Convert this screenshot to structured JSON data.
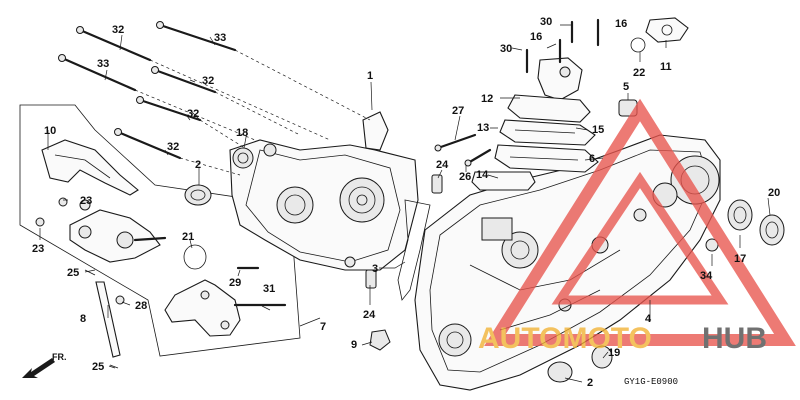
{
  "callouts": {
    "n1": "1",
    "n2a": "2",
    "n2b": "2",
    "n3": "3",
    "n4": "4",
    "n5": "5",
    "n6": "6",
    "n7": "7",
    "n8": "8",
    "n9": "9",
    "n10": "10",
    "n11": "11",
    "n12": "12",
    "n13": "13",
    "n14": "14",
    "n15": "15",
    "n16a": "16",
    "n16b": "16",
    "n17": "17",
    "n18": "18",
    "n19": "19",
    "n20": "20",
    "n21": "21",
    "n22": "22",
    "n23a": "23",
    "n23b": "23",
    "n24a": "24",
    "n24b": "24",
    "n25a": "25",
    "n25b": "25",
    "n26": "26",
    "n27": "27",
    "n28": "28",
    "n29": "29",
    "n30a": "30",
    "n30b": "30",
    "n31": "31",
    "n32a": "32",
    "n32b": "32",
    "n32c": "32",
    "n32d": "32",
    "n33a": "33",
    "n33b": "33",
    "n34": "34"
  },
  "direction_label": "FR.",
  "reference_code": "GY1G-E0900",
  "watermark": {
    "word1": "AUTOMOTO",
    "word2": "HUB",
    "color_primary": "#f2b233",
    "color_secondary": "#4a4a4a",
    "triangle_color": "#e8554e"
  }
}
